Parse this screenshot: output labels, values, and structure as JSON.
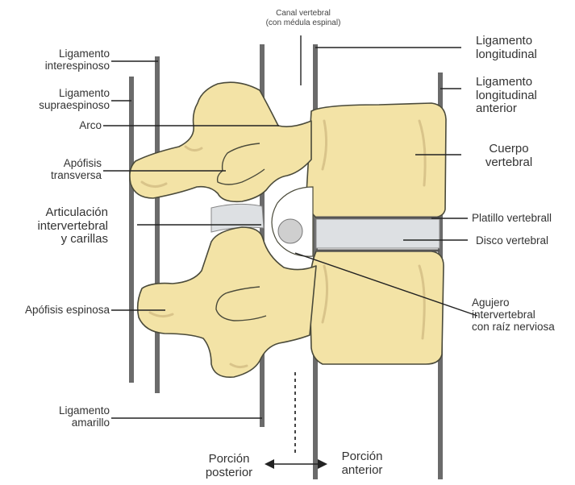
{
  "labels": {
    "canal_vertebral": "Canal vertebral\n(con médula espinal)",
    "lig_interespinoso": "Ligamento\ninterespinoso",
    "lig_supraespinoso": "Ligamento\nsupraespinoso",
    "arco": "Arco",
    "apofisis_transversa": "Apófisis\ntransversa",
    "articulacion": "Articulación\nintervertebral\ny carillas",
    "apofisis_espinosa": "Apófisis espinosa",
    "lig_amarillo": "Ligamento\namarillo",
    "lig_longitudinal": "Ligamento\nlongitudinal",
    "lig_longitudinal_anterior": "Ligamento\nlongitudinal\nanterior",
    "cuerpo_vertebral": "Cuerpo\nvertebral",
    "platillo_vertebral": "Platillo vertebrall",
    "disco_vertebral": "Disco vertebral",
    "agujero_intervertebral": "Agujero\nintervertebral\ncon raíz nerviosa",
    "porcion_posterior": "Porción\nposterior",
    "porcion_anterior": "Porción\nanterior"
  },
  "colors": {
    "bone": "#f3e3a6",
    "bone_outline": "#4a4a3a",
    "bone_texture": "#d9c48a",
    "ligament": "#6b6b6b",
    "disc": "#dde0e3",
    "nerve": "#cfcfcf",
    "leader": "#222222",
    "text": "#333333"
  }
}
